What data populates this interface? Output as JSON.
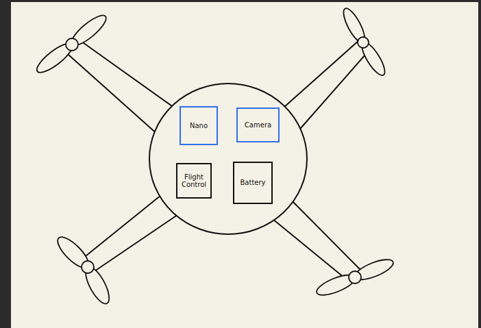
{
  "diagram": {
    "nodes": [
      {
        "text": [
          "Nano"
        ]
      },
      {
        "text": [
          "Camera"
        ]
      },
      {
        "text": [
          "Flight Control"
        ]
      },
      {
        "text": [
          "Battery"
        ]
      }
    ]
  }
}
